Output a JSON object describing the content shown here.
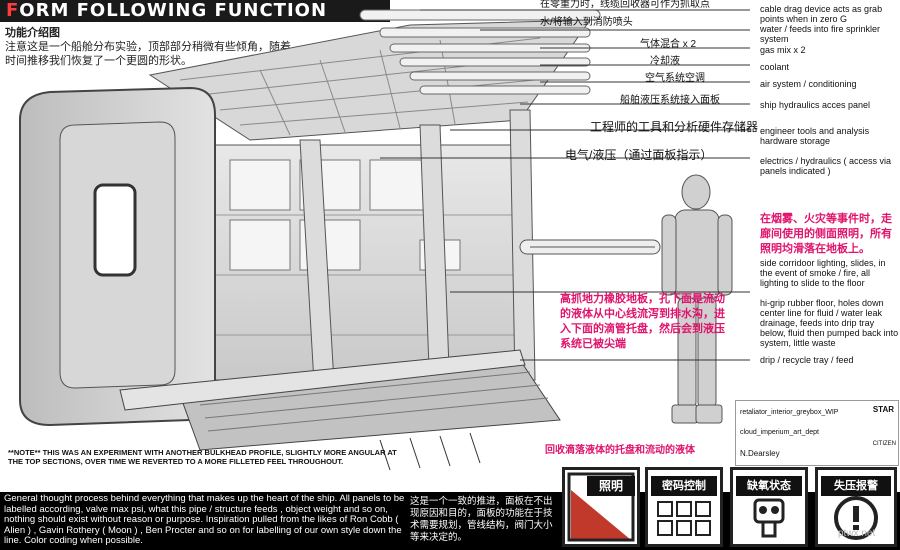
{
  "title": {
    "first_letter": "F",
    "rest": "ORM FOLLOWING FUNCTION"
  },
  "intro": {
    "heading": "功能介绍图",
    "body": "注意这是一个船舱分布实验，顶部部分稍微有些倾角，随着时间推移我们恢复了一个更圆的形状。"
  },
  "callouts_cn": [
    "在零重力时，线缆回收器可作为抓取点",
    "水/将输入到消防喷头",
    "气体混合 x 2",
    "冷却液",
    "空气系统空调",
    "船舶液压系统接入面板",
    "工程师的工具和分析硬件存储器",
    "电气/液压（通过面板指示）"
  ],
  "callouts_en": [
    "cable drag device acts as grab points when in zero G",
    "water / feeds into fire sprinkler system",
    "gas mix x 2",
    "coolant",
    "air system / conditioning",
    "ship hydraulics acces panel",
    "engineer tools and analysis hardware storage",
    "electrics / hydraulics ( access via panels indicated )"
  ],
  "red_cn_1": "在烟雾、火灾等事件时，走廊间使用的侧面照明，所有照明均滑落在地板上。",
  "side_lighting_en": "side corridoor lighting, slides, in the event of smoke / fire, all lighting to slide to the floor",
  "red_cn_2": "高抓地力橡胶地板，孔下面是流动的液体从中心线流泻到排水沟，进入下面的滴管托盘，然后会到液压系统已被尖端",
  "floor_en": "hi-grip rubber floor, holes down center line for fluid / water leak drainage, feeds into drip tray below, fluid then pumped back into system, little waste",
  "drip_en": "drip / recycle tray / feed",
  "drip_cn": "回收滴落液体的托盘和流动的液体",
  "note": "**NOTE** THIS WAS AN EXPERIMENT WITH ANOTHER BULKHEAD PROFILE, SLIGHTLY MORE ANGULAR AT THE TOP SECTIONS, OVER TIME WE REVERTED TO A MORE FILLETED FEEL THROUGHOUT.",
  "info_box": {
    "line1": "retaliator_interior_greybox_WIP",
    "line2": "cloud_imperium_art_dept",
    "line3": "N.Dearsley",
    "logo_top": "STAR",
    "logo_bottom": "CITIZEN"
  },
  "bottom_en": "General thought process behind everything that makes up the heart of the ship. All panels to be labelled according, valve max psi, what this pipe / structure feeds , object weight and so on, nothing should exist without reason or purpose. Inspiration pulled from the likes of Ron Cobb ( Alien ) , Gavin Rothery ( Moon ) , Ben Procter and so on for labelling of our own style down the line. Color coding when possible.",
  "bottom_cn": "这是一个一致的推进，面板在不出现原因和目的，面板的功能在于技术需要规划，管线结构，阀门大小等来决定的。",
  "panels": [
    {
      "label": "照明"
    },
    {
      "label": "密码控制"
    },
    {
      "label": "缺氧状态"
    },
    {
      "label": "失压报警"
    }
  ],
  "watermark": "ptwx.net"
}
